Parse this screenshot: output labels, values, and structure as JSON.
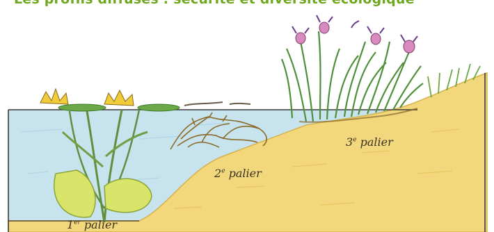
{
  "title": "Les profils diffusés : sécurité et diversité écologique",
  "tiers": [
    {
      "number": "1",
      "suffix": "er",
      "word": "palier"
    },
    {
      "number": "2",
      "suffix": "e",
      "word": "palier"
    },
    {
      "number": "3",
      "suffix": "e",
      "word": "palier"
    }
  ],
  "colors": {
    "title": "#6fa81f",
    "water": "#c7e3ee",
    "sand": "#f2d77c",
    "frame": "#3a3a3a",
    "leaves": "#d9e56a",
    "reeds": "#4f8f3a",
    "iris": "#d98bc0",
    "lily_flower": "#f0cc3a",
    "weed": "#8a6a2a"
  }
}
